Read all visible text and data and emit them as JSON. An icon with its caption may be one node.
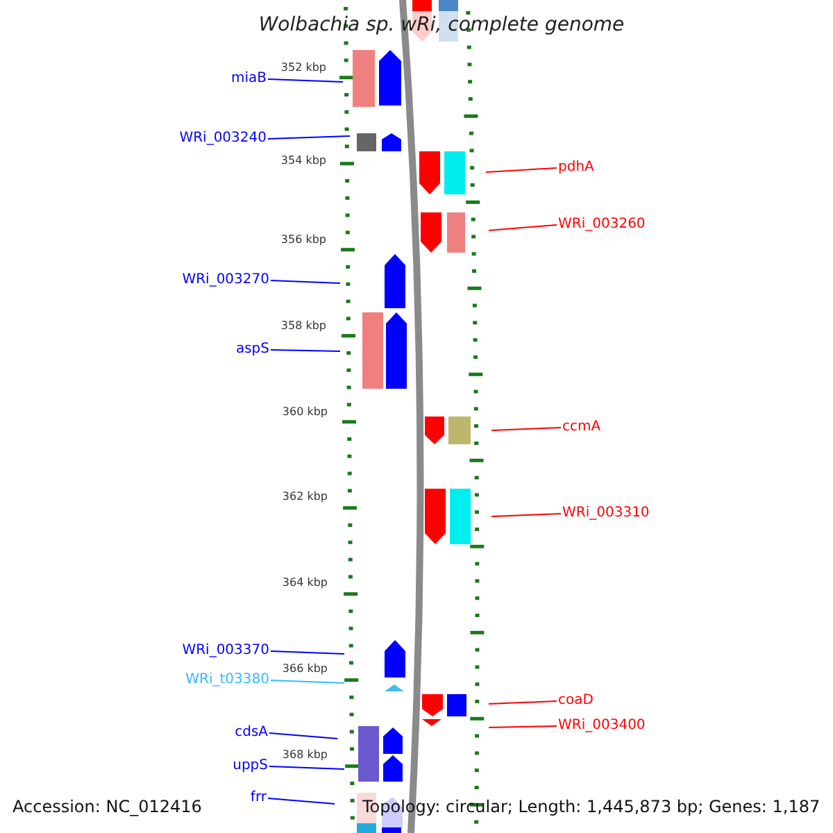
{
  "diagram": {
    "title": "Wolbachia sp. wRi, complete genome",
    "nodes": [
      {
        "text": [
          "miaB"
        ]
      },
      {
        "text": [
          "WRi_003240"
        ]
      },
      {
        "text": [
          "pdhA"
        ]
      },
      {
        "text": [
          "WRi_003260"
        ]
      },
      {
        "text": [
          "WRi_003270"
        ]
      },
      {
        "text": [
          "aspS"
        ]
      },
      {
        "text": [
          "ccmA"
        ]
      },
      {
        "text": [
          "WRi_003310"
        ]
      },
      {
        "text": [
          "WRi_003370"
        ]
      },
      {
        "text": [
          "WRi_t03380"
        ]
      },
      {
        "text": [
          "coaD"
        ]
      },
      {
        "text": [
          "WRi_003400"
        ]
      },
      {
        "text": [
          "cdsA"
        ]
      },
      {
        "text": [
          "uppS"
        ]
      },
      {
        "text": [
          "frr"
        ]
      }
    ],
    "edges": [
      {
        "from": 0,
        "to": null,
        "arrow": "none"
      },
      {
        "from": 1,
        "to": null,
        "arrow": "none"
      },
      {
        "from": 2,
        "to": null,
        "arrow": "none",
        "color": "#ff0000"
      },
      {
        "from": 3,
        "to": null,
        "arrow": "none",
        "color": "#ff0000"
      },
      {
        "from": 4,
        "to": null,
        "arrow": "none"
      },
      {
        "from": 5,
        "to": null,
        "arrow": "none"
      },
      {
        "from": 6,
        "to": null,
        "arrow": "none",
        "color": "#ff0000"
      },
      {
        "from": 7,
        "to": null,
        "arrow": "none",
        "color": "#ff0000"
      },
      {
        "from": 8,
        "to": null,
        "arrow": "none"
      },
      {
        "from": 9,
        "to": null,
        "arrow": "none",
        "color": "#33bbff"
      },
      {
        "from": 10,
        "to": null,
        "arrow": "none",
        "color": "#ff0000"
      },
      {
        "from": 11,
        "to": null,
        "arrow": "none",
        "color": "#ff0000"
      },
      {
        "from": 12,
        "to": null,
        "arrow": "none"
      },
      {
        "from": 13,
        "to": null,
        "arrow": "none"
      },
      {
        "from": 14,
        "to": null,
        "arrow": "none"
      }
    ],
    "labels": [
      "352 kbp",
      "354 kbp",
      "356 kbp",
      "358 kbp",
      "360 kbp",
      "362 kbp",
      "364 kbp",
      "366 kbp",
      "368 kbp",
      "Accession: NC_012416",
      "Topology: circular; Length: 1,445,873 bp; Genes: 1,187"
    ]
  }
}
